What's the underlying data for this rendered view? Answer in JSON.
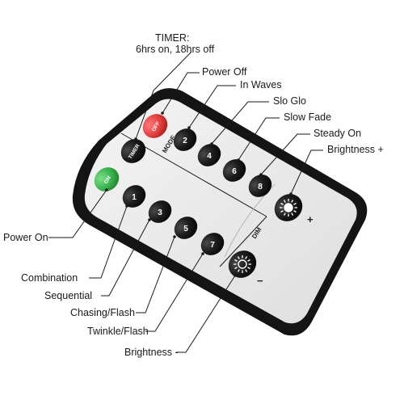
{
  "labels": {
    "timer_line1": "TIMER:",
    "timer_line2": "6hrs on, 18hrs off",
    "power_off": "Power Off",
    "in_waves": "In Waves",
    "slo_glo": "Slo Glo",
    "slow_fade": "Slow Fade",
    "steady_on": "Steady On",
    "brightness_plus": "Brightness +",
    "power_on": "Power On",
    "combination": "Combination",
    "sequential": "Sequential",
    "chasing_flash": "Chasing/Flash",
    "twinkle_flash": "Twinkle/Flash",
    "brightness_minus": "Brightness -"
  },
  "remote": {
    "off_button": "OFF",
    "on_button": "ON",
    "timer_button": "TIMER",
    "mode_label": "MODE",
    "dim_label": "DIM",
    "plus_sign": "+",
    "minus_sign": "−",
    "buttons": {
      "b1": "1",
      "b2": "2",
      "b3": "3",
      "b4": "4",
      "b5": "5",
      "b6": "6",
      "b7": "7",
      "b8": "8"
    }
  },
  "colors": {
    "body": "#141414",
    "face": "#ededed",
    "button": "#161616",
    "off_button": "#e23b3b",
    "on_button": "#36b04a"
  }
}
